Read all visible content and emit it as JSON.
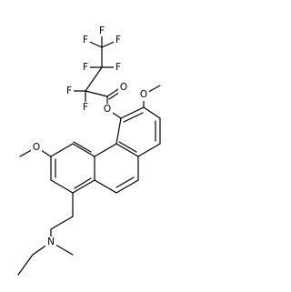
{
  "structure": {
    "atoms": [
      {
        "id": "cf3",
        "element": "C"
      },
      {
        "id": "cf2a",
        "element": "C"
      },
      {
        "id": "cf2b",
        "element": "C"
      },
      {
        "id": "co",
        "element": "C"
      },
      {
        "id": "o_carbonyl",
        "element": "O",
        "label": "O"
      },
      {
        "id": "o_ester",
        "element": "O",
        "label": "O"
      },
      {
        "id": "f1",
        "element": "F",
        "label": "F"
      },
      {
        "id": "f2",
        "element": "F",
        "label": "F"
      },
      {
        "id": "f3",
        "element": "F",
        "label": "F"
      },
      {
        "id": "f4",
        "element": "F",
        "label": "F"
      },
      {
        "id": "f5",
        "element": "F",
        "label": "F"
      },
      {
        "id": "f6",
        "element": "F",
        "label": "F"
      },
      {
        "id": "f7",
        "element": "F",
        "label": "F"
      },
      {
        "id": "o_meo_right",
        "element": "O",
        "label": "O"
      },
      {
        "id": "o_meo_left",
        "element": "O",
        "label": "O"
      },
      {
        "id": "n_amine",
        "element": "N",
        "label": "N"
      }
    ],
    "label_color": "#000000",
    "bond_color": "#000000"
  }
}
